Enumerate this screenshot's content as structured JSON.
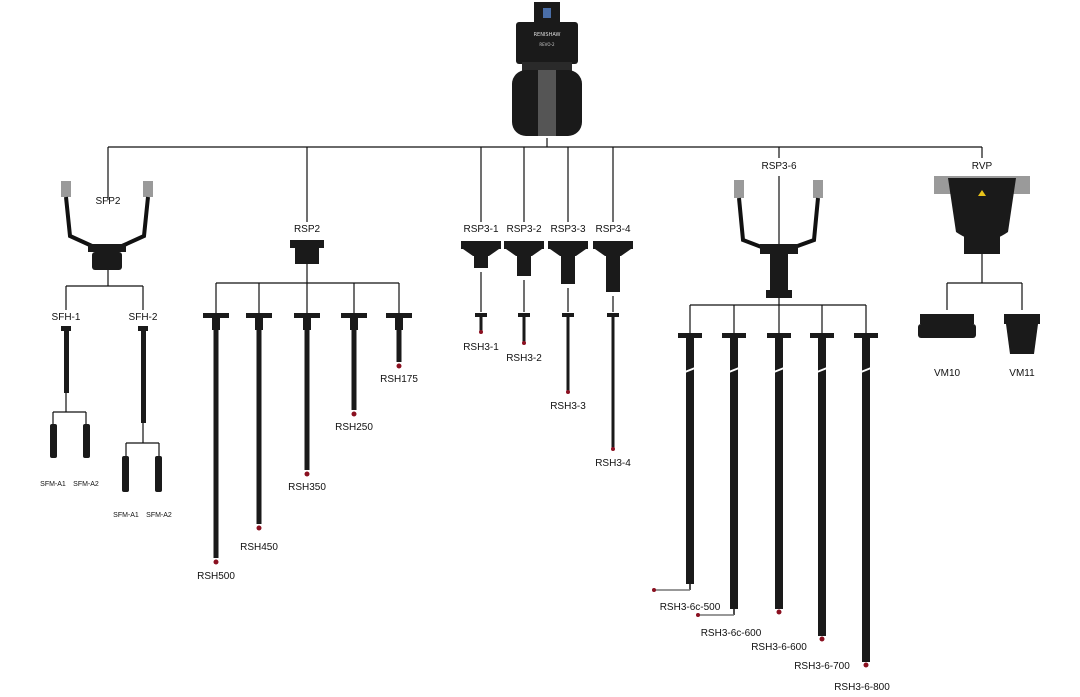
{
  "head": {
    "brand_text": "RENISHAW",
    "model_text": "REVO-2"
  },
  "groups": {
    "sfp2": {
      "label": "SFP2",
      "holders": [
        {
          "label": "SFH-1",
          "modules": [
            "SFM-A1",
            "SFM-A2"
          ]
        },
        {
          "label": "SFH-2",
          "modules": [
            "SFM-A1",
            "SFM-A2"
          ]
        }
      ]
    },
    "rsp2": {
      "label": "RSP2",
      "holders": [
        "RSH500",
        "RSH450",
        "RSH350",
        "RSH250",
        "RSH175"
      ]
    },
    "rsp3": [
      {
        "label": "RSP3-1",
        "holder": "RSH3-1"
      },
      {
        "label": "RSP3-2",
        "holder": "RSH3-2"
      },
      {
        "label": "RSP3-3",
        "holder": "RSH3-3"
      },
      {
        "label": "RSP3-4",
        "holder": "RSH3-4"
      }
    ],
    "rsp36": {
      "label": "RSP3-6",
      "holders": [
        "RSH3-6c-500",
        "RSH3-6c-600",
        "RSH3-6-600",
        "RSH3-6-700",
        "RSH3-6-800"
      ]
    },
    "rvp": {
      "label": "RVP",
      "modules": [
        "VM10",
        "VM11"
      ]
    }
  },
  "colors": {
    "line": "#111111",
    "tip": "#8a1020",
    "body": "#1a1a1a"
  }
}
